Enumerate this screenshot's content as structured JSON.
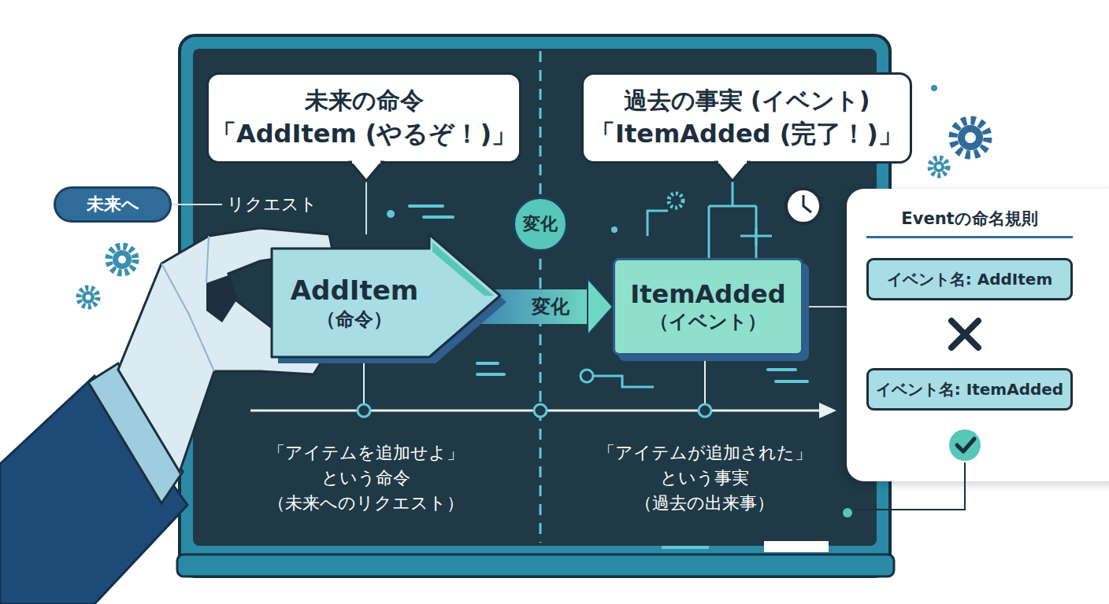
{
  "diagram": {
    "nodes": [
      {
        "text": [
          "未来の命令",
          "「AddItem (やるぞ！)」"
        ]
      },
      {
        "text": [
          "過去の事実 (イベント)",
          "「ItemAdded (完了！)」"
        ]
      },
      {
        "text": [
          "未来へ"
        ]
      },
      {
        "text": [
          "変化"
        ]
      },
      {
        "text": [
          "AddItem",
          "（命令）"
        ]
      },
      {
        "text": [
          "ItemAdded",
          "（イベント）"
        ]
      },
      {
        "text": [
          "Eventの命名規則"
        ]
      },
      {
        "text": [
          "イベント名: AddItem"
        ],
        "in": 6
      },
      {
        "text": [
          "イベント名: ItemAdded"
        ],
        "in": 6
      }
    ],
    "edges": [
      {
        "from": 4,
        "to": 5,
        "label": "変化",
        "arrow": "to"
      },
      {
        "from": 5,
        "to": 6,
        "arrow": "none"
      }
    ],
    "labels": [
      "リクエスト",
      "「アイテムを追加せよ」 という命令 （未来へのリクエスト）",
      "「アイテムが追加された」 という事実 （過去の出来事）"
    ]
  }
}
